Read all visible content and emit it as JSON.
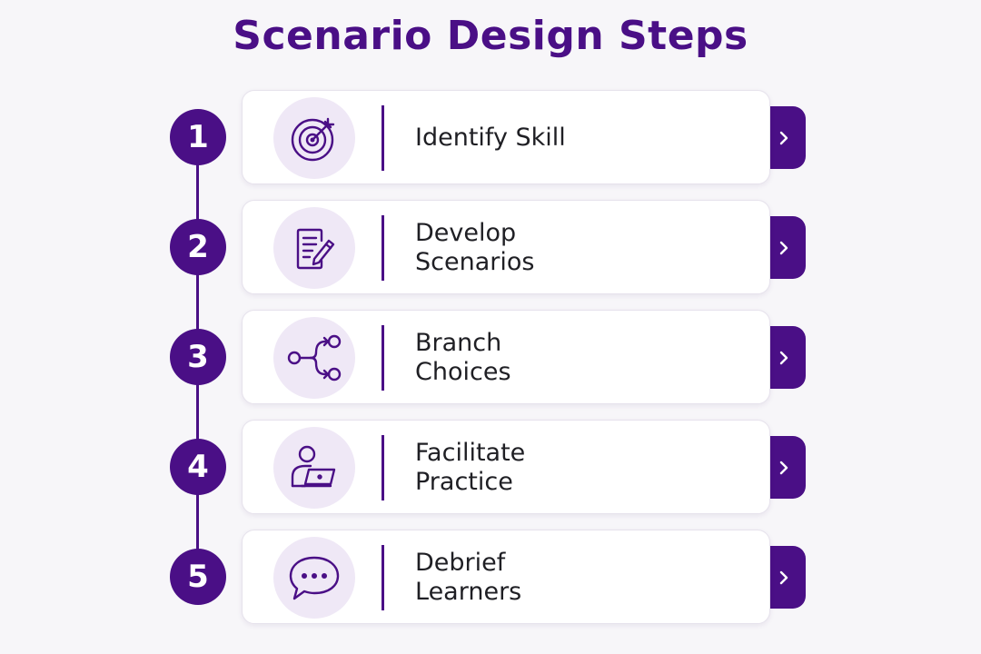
{
  "title": "Scenario Design Steps",
  "colors": {
    "accent": "#4a0f86",
    "icon_background": "#efe8f6",
    "card_background": "#ffffff",
    "page_background": "#f7f6f9",
    "text": "#1f1f24"
  },
  "steps": [
    {
      "number": "1",
      "label": "Identify Skill",
      "icon": "target-icon"
    },
    {
      "number": "2",
      "label": "Develop\nScenarios",
      "icon": "document-edit-icon"
    },
    {
      "number": "3",
      "label": "Branch\nChoices",
      "icon": "branch-icon"
    },
    {
      "number": "4",
      "label": "Facilitate\nPractice",
      "icon": "user-laptop-icon"
    },
    {
      "number": "5",
      "label": "Debrief\nLearners",
      "icon": "chat-bubble-icon"
    }
  ]
}
